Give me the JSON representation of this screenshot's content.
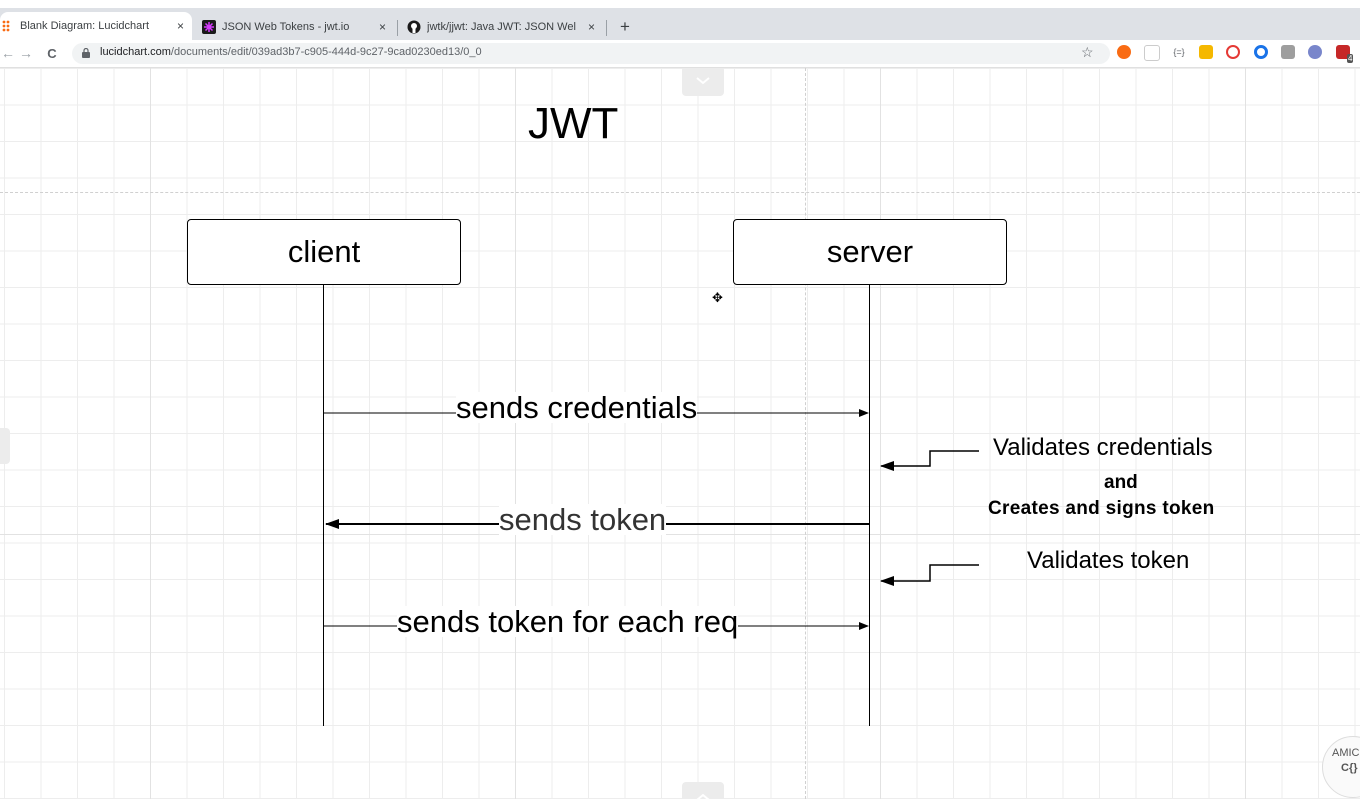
{
  "browser": {
    "tabs": [
      {
        "title": "Blank Diagram: Lucidchart",
        "active": true,
        "icon": "lucidchart-icon",
        "close": "×"
      },
      {
        "title": "JSON Web Tokens - jwt.io",
        "active": false,
        "icon": "jwt-icon",
        "close": "×"
      },
      {
        "title": "jwtk/jjwt: Java JWT: JSON Wel",
        "active": false,
        "icon": "github-icon",
        "close": "×"
      }
    ],
    "new_tab": "+",
    "url_host": "lucidchart.com",
    "url_path": "/documents/edit/039ad3b7-c905-444d-9c27-9cad0230ed13/0_0",
    "nav": {
      "back": "←",
      "forward": "→",
      "reload": "C"
    },
    "star": "☆",
    "extension_badge": "4"
  },
  "diagram": {
    "title": "JWT",
    "client_label": "client",
    "server_label": "server",
    "messages": [
      {
        "text": "sends credentials",
        "direction": "client-to-server"
      },
      {
        "text": "sends token",
        "direction": "server-to-client"
      },
      {
        "text": "sends token for each req",
        "direction": "client-to-server"
      }
    ],
    "notes": {
      "validate_credentials": "Validates credentials",
      "and": "and",
      "create_sign": "Creates and signs token",
      "validate_token": "Validates token"
    }
  },
  "canvas": {
    "collapse_top": "⌄",
    "move_cursor": "✥",
    "watermark_line1": "AMIC",
    "watermark_line2": "C{}"
  },
  "colors": {
    "tabbar": "#dee1e6",
    "lucid_orange": "#f96b13",
    "grid": "#ededed"
  }
}
